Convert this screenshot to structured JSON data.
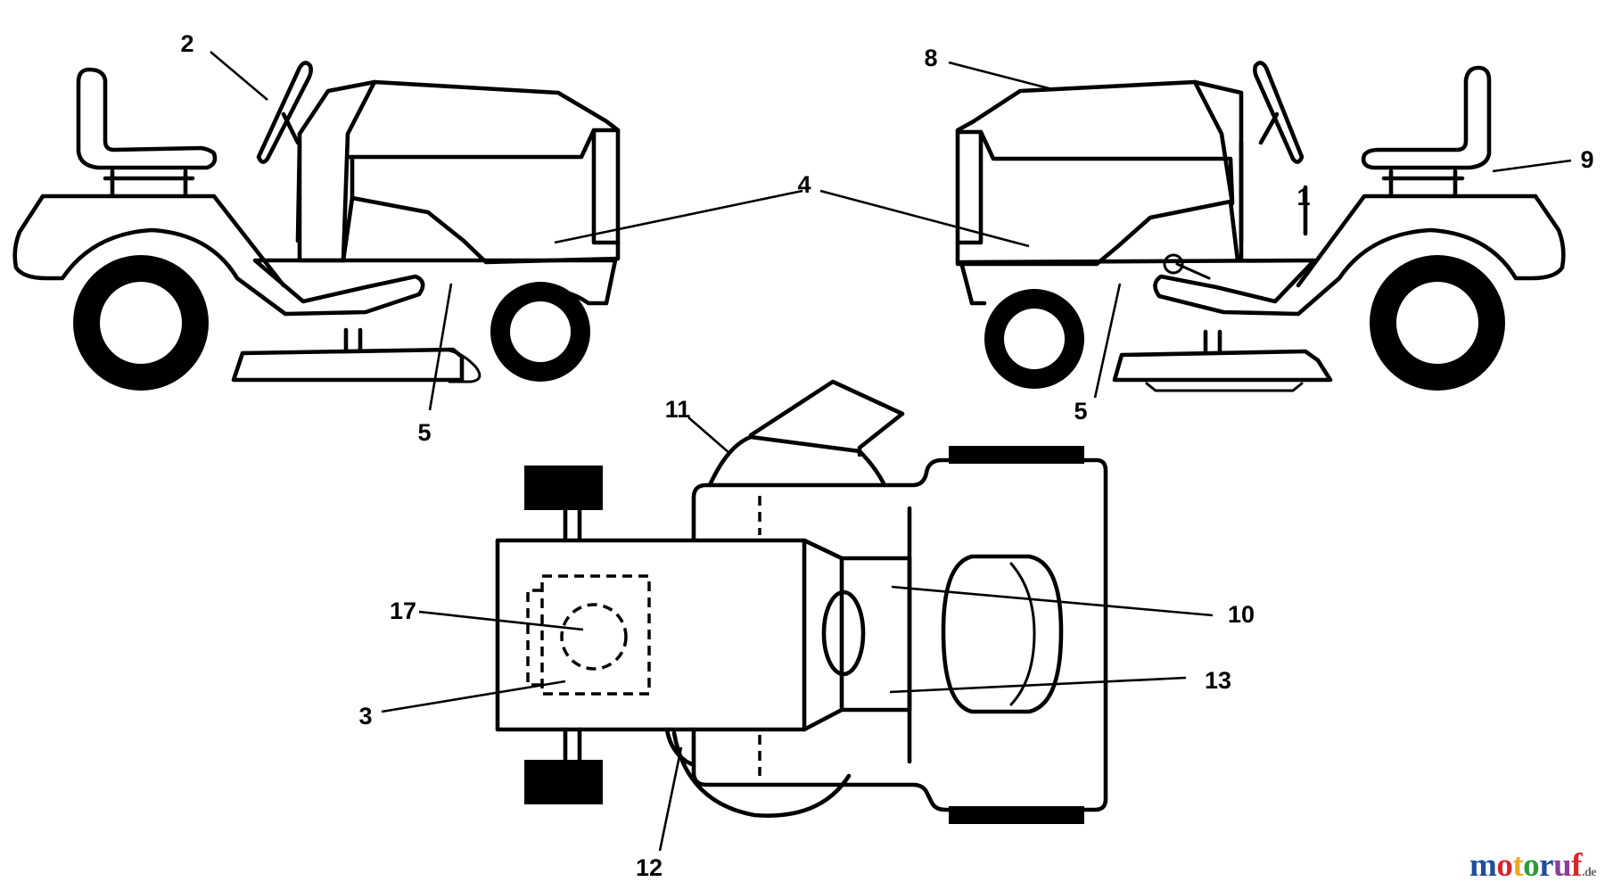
{
  "callouts": {
    "side_left": {
      "steering": "2",
      "hood": "4",
      "frame": "5"
    },
    "side_right": {
      "hood_top": "8",
      "hood": "4",
      "frame": "5",
      "seat_rear": "9",
      "post": "1"
    },
    "top_view": {
      "chute": "11",
      "hood_front": "10",
      "hood_lower": "13",
      "seat_square": "17",
      "seat_area": "3",
      "deck_side": "12"
    }
  },
  "watermark": {
    "letters": [
      "m",
      "o",
      "t",
      "o",
      "r",
      "u",
      "f"
    ],
    "letter_colors": [
      "#1f4e9c",
      "#d6262b",
      "#f0a81f",
      "#2a9b3a",
      "#1f4e9c",
      "#8a3f9c",
      "#d6262b"
    ],
    "tld": ".de"
  }
}
